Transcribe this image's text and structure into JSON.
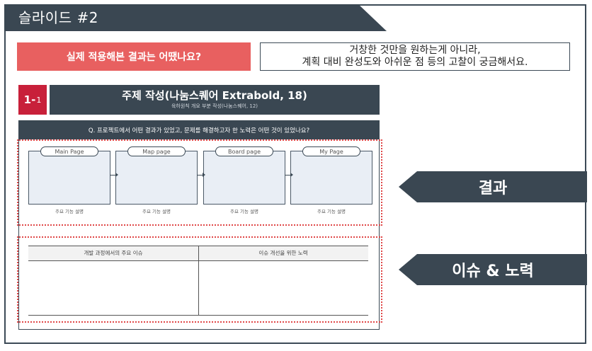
{
  "slide": {
    "title": "슬라이드 #2"
  },
  "question": {
    "label": "실제 적용해본 결과는 어땠나요?",
    "note_line1": "거창한 것만을 원하는게 아니라,",
    "note_line2": "계획 대비 완성도와 아쉬운 점 등의 고찰이 궁금해서요."
  },
  "section": {
    "number_main": "1-",
    "number_sub": "1",
    "title": "주제 작성(나눔스퀘어 Extrabold, 18)",
    "subtitle": "육하원칙 개요 부분 작성(나눔스퀘어, 12)"
  },
  "panel": {
    "question": "Q. 프로젝트에서 어떤 결과가 있었고, 문제를 해결하고자 한 노력은 어떤 것이 있었나요?"
  },
  "pages": [
    {
      "name": "Main Page",
      "desc": "주요 기능 설명"
    },
    {
      "name": "Map page",
      "desc": "주요 기능 설명"
    },
    {
      "name": "Board page",
      "desc": "주요 기능 설명"
    },
    {
      "name": "My Page",
      "desc": "주요 기능 설명"
    }
  ],
  "table": {
    "col1": "개발 과정에서의 주요 이슈",
    "col2": "이슈 개선을 위한 노력"
  },
  "tags": {
    "result": "결과",
    "issue": "이슈  & 노력"
  },
  "colors": {
    "dark": "#3a4752",
    "accent_red": "#e86060",
    "number_red": "#c8203a",
    "dotted": "#e04848"
  }
}
